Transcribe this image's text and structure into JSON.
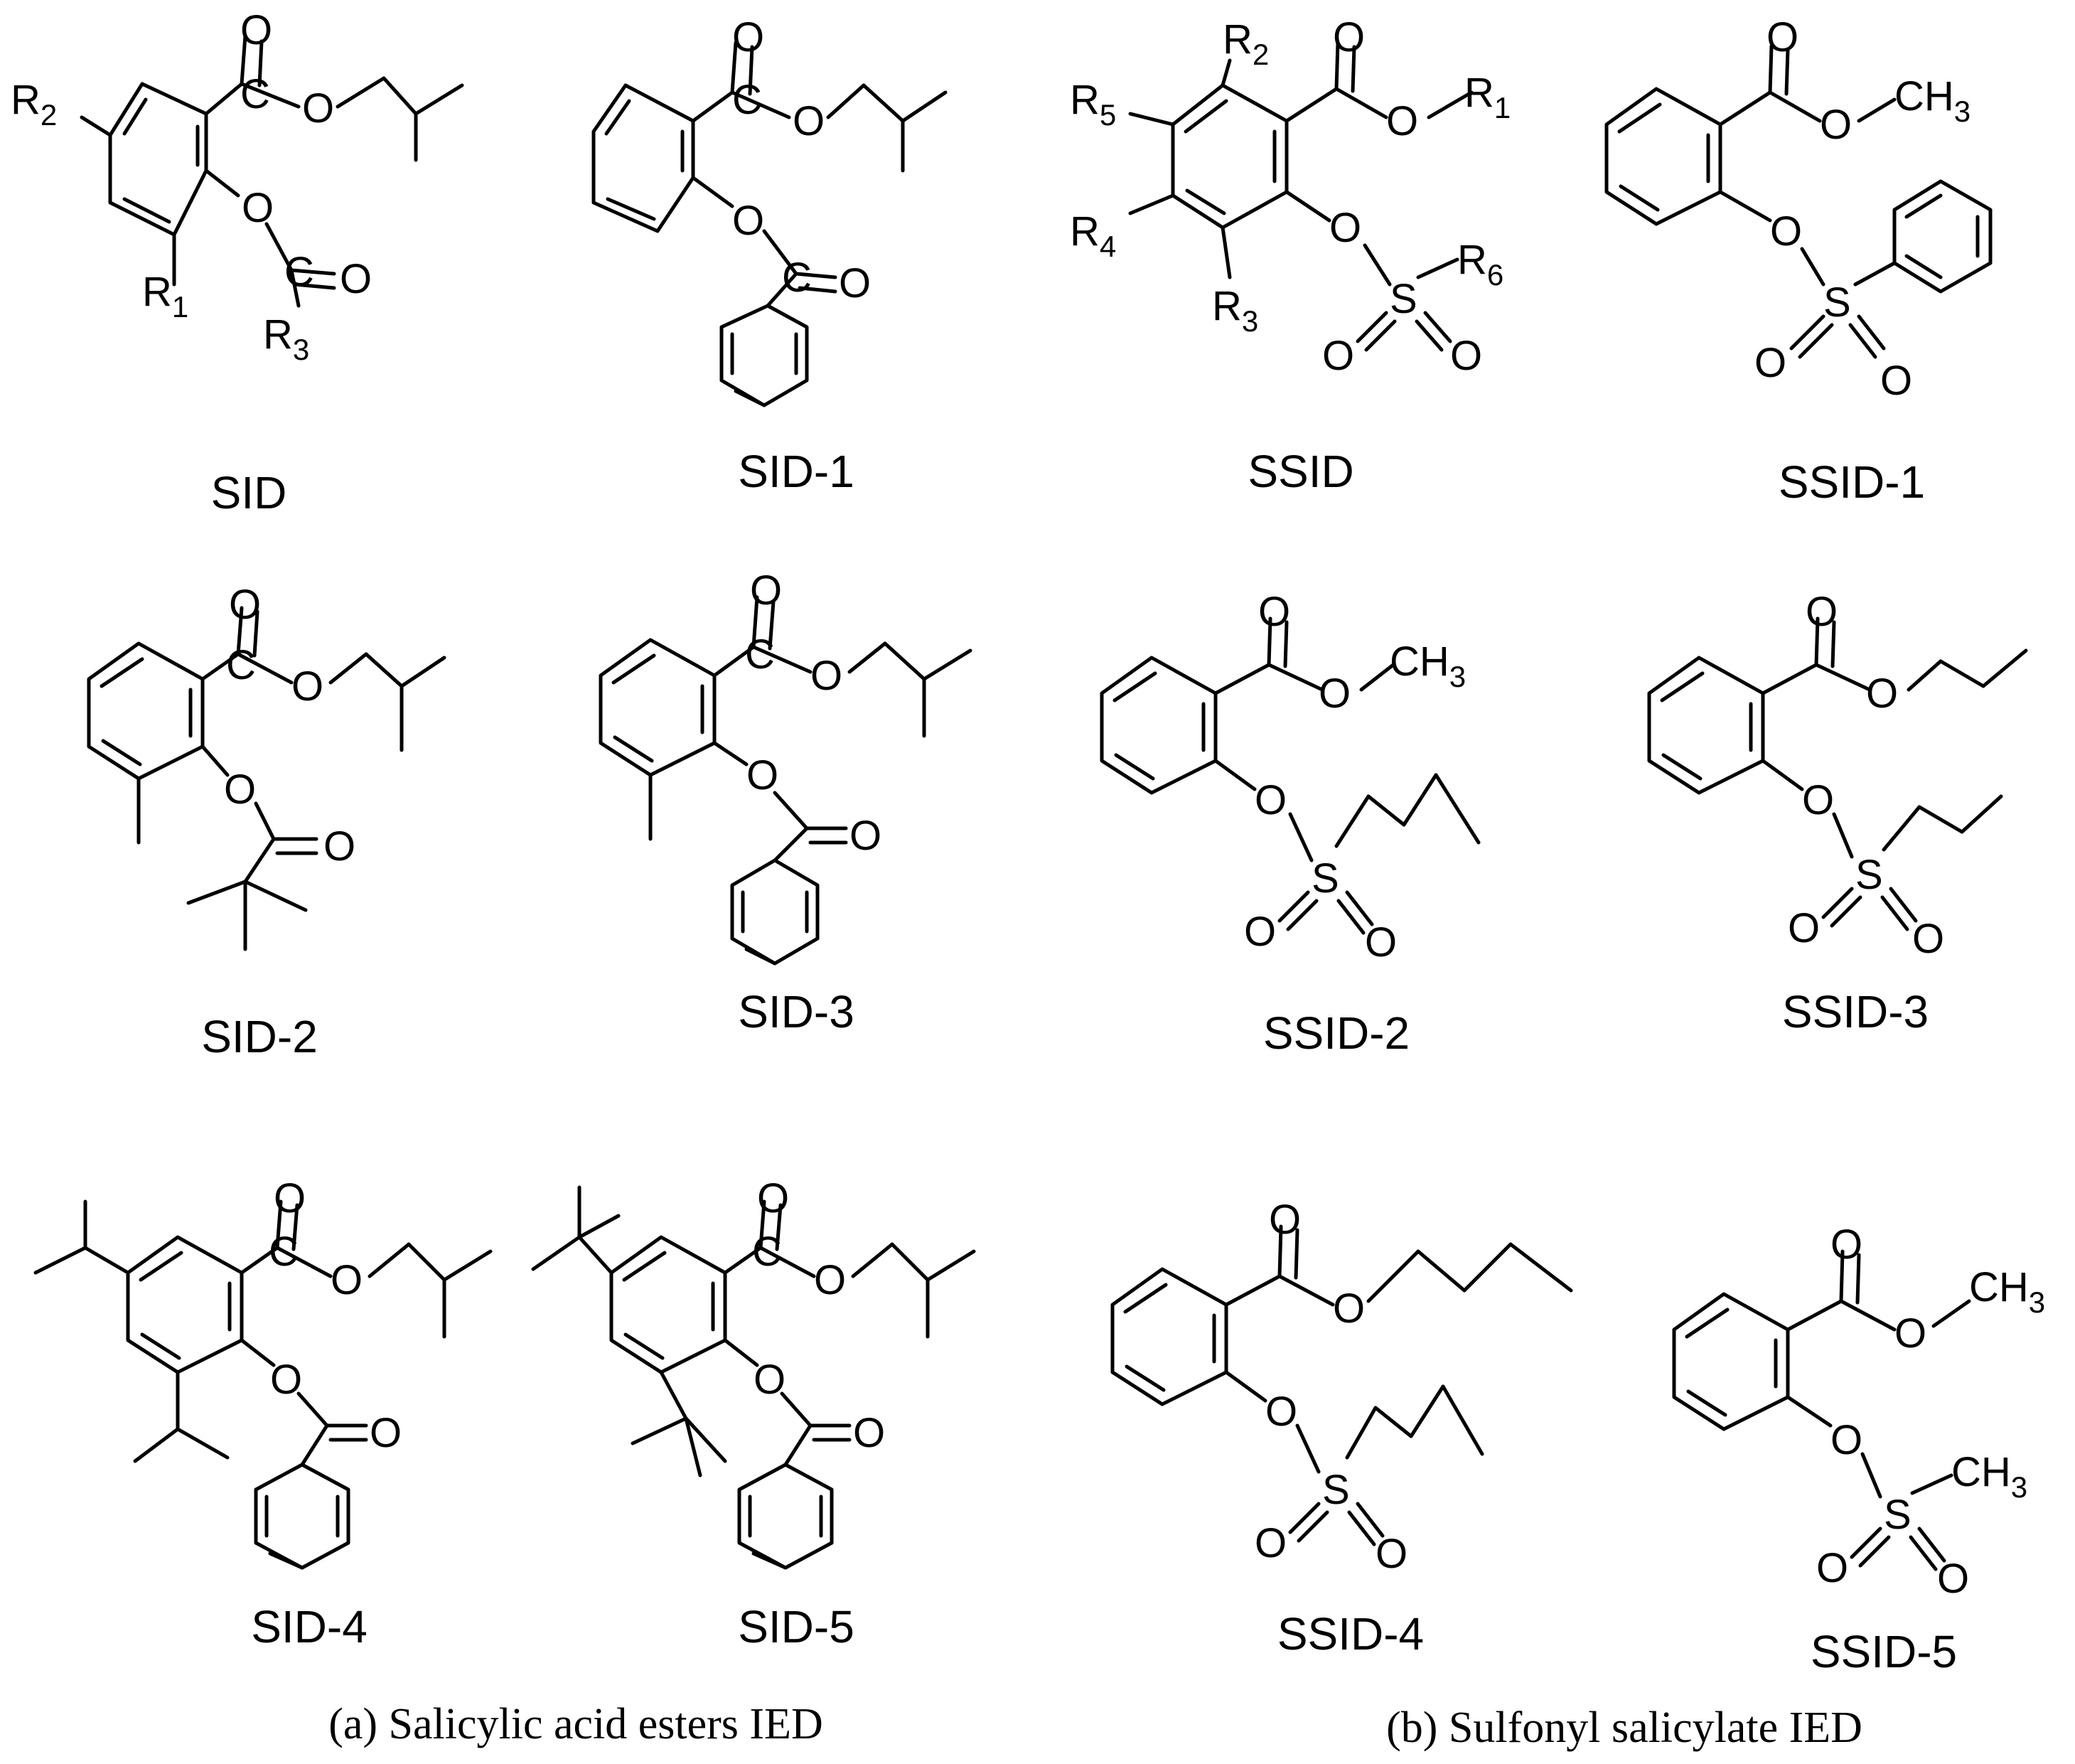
{
  "compounds": [
    {
      "name": "SID"
    },
    {
      "name": "SID-1"
    },
    {
      "name": "SSID"
    },
    {
      "name": "SSID-1"
    },
    {
      "name": "SID-2"
    },
    {
      "name": "SID-3"
    },
    {
      "name": "SSID-2"
    },
    {
      "name": "SSID-3"
    },
    {
      "name": "SID-4"
    },
    {
      "name": "SID-5"
    },
    {
      "name": "SSID-4"
    },
    {
      "name": "SSID-5"
    }
  ],
  "captions": {
    "a": "(a) Salicylic acid esters IED",
    "b": "(b) Sulfonyl salicylate IED"
  },
  "atoms": {
    "O": "O",
    "S": "S",
    "C": "C",
    "R": "R",
    "CH": "CH",
    "three": "3",
    "one": "1",
    "two": "2",
    "four": "4",
    "five": "5",
    "six": "6"
  }
}
